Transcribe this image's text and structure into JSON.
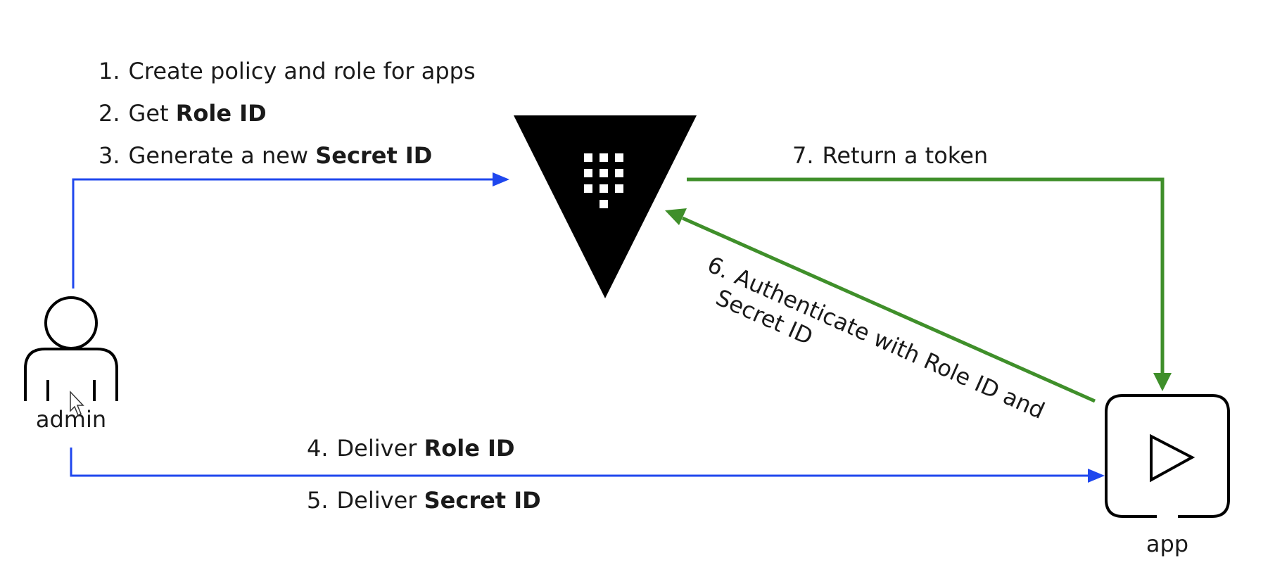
{
  "steps": {
    "s1": {
      "num": "1.",
      "text": "Create policy and role for apps"
    },
    "s2": {
      "num": "2.",
      "text": "Get ",
      "bold": "Role ID"
    },
    "s3": {
      "num": "3.",
      "text": "Generate a new ",
      "bold": "Secret ID"
    },
    "s4": {
      "num": "4.",
      "text": "Deliver ",
      "bold": "Role ID"
    },
    "s5": {
      "num": "5.",
      "text": "Deliver ",
      "bold": "Secret ID"
    },
    "s6": {
      "num": "6.",
      "line1": "Authenticate with Role ID and",
      "line2": "Secret ID"
    },
    "s7": {
      "num": "7.",
      "text": "Return a token"
    }
  },
  "nodes": {
    "admin": {
      "label": "admin",
      "icon": "person-icon"
    },
    "vault": {
      "icon": "vault-logo-icon"
    },
    "app": {
      "label": "app",
      "icon": "play-icon"
    }
  },
  "colors": {
    "admin_flow": "#1f47ee",
    "app_flow": "#3f8f2a",
    "vault": "#000000",
    "outline": "#000000"
  }
}
